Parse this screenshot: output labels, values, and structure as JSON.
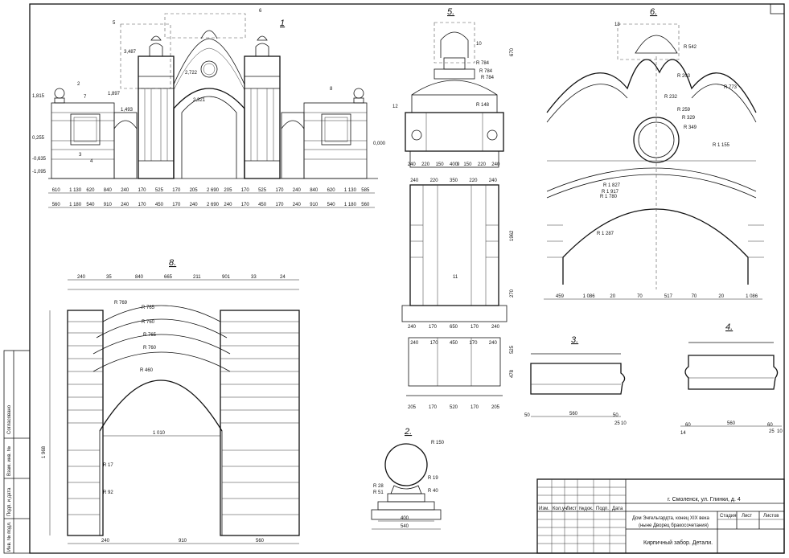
{
  "views": [
    {
      "num": "1"
    },
    {
      "num": "2."
    },
    {
      "num": "3."
    },
    {
      "num": "4."
    },
    {
      "num": "5."
    },
    {
      "num": "6."
    },
    {
      "num": "8."
    }
  ],
  "view1": {
    "callouts": [
      "5",
      "6",
      "2",
      "7",
      "8",
      "3",
      "4"
    ],
    "levels": [
      "1,815",
      "0,255",
      "-0,635",
      "-1,095",
      "0,000",
      "3,487",
      "2,722",
      "2,321",
      "1,897",
      "1,493"
    ],
    "dim_top": [
      "610",
      "1 130",
      "620",
      "840",
      "240",
      "170",
      "525",
      "170",
      "205",
      "2 690",
      "205",
      "170",
      "525",
      "170",
      "240",
      "840",
      "620",
      "1 130",
      "585"
    ],
    "dim_bot": [
      "560",
      "1 180",
      "540",
      "910",
      "240",
      "170",
      "450",
      "170",
      "240",
      "2 690",
      "240",
      "170",
      "450",
      "170",
      "240",
      "910",
      "540",
      "1 180",
      "560"
    ]
  },
  "view5": {
    "labels": [
      "10",
      "R 784",
      "R 784",
      "R 784",
      "12",
      "R 148",
      "11",
      "9"
    ],
    "dims_top": [
      "240",
      "220",
      "150",
      "400",
      "150",
      "220",
      "240"
    ],
    "dims_mid": [
      "240",
      "220",
      "350",
      "220",
      "240"
    ],
    "dims_low": [
      "240",
      "170",
      "650",
      "170",
      "240"
    ],
    "dims_base": [
      "240",
      "170",
      "450",
      "170",
      "240"
    ],
    "dims_foot": [
      "205",
      "170",
      "520",
      "170",
      "205"
    ],
    "vert": [
      "670",
      "1962",
      "270",
      "525",
      "478"
    ]
  },
  "view6": {
    "labels": [
      "13",
      "R 542",
      "R 203",
      "R 232",
      "R 773",
      "R 259",
      "R 329",
      "R 349",
      "R 1 155",
      "R 1 827",
      "R 1 917",
      "R 1 780",
      "R 1 287"
    ],
    "dims": [
      "459",
      "1 086",
      "20",
      "70",
      "517",
      "70",
      "20",
      "1 086"
    ]
  },
  "view8": {
    "dims_top": [
      "240",
      "35",
      "840",
      "665",
      "211",
      "901",
      "33",
      "24"
    ],
    "radii": [
      "R 769",
      "R 765",
      "R 760",
      "R 765",
      "R 760",
      "R 460",
      "R 17",
      "R 92"
    ],
    "dims_bottom": [
      "240",
      "910",
      "560"
    ],
    "span": "1 010",
    "height": "1 968"
  },
  "view2": {
    "labels": [
      "R 150",
      "R 28",
      "R 51",
      "R 19",
      "R 40"
    ],
    "dims": [
      "400",
      "540"
    ]
  },
  "view3": {
    "dims": [
      "560",
      "50",
      "50",
      "25",
      "10"
    ]
  },
  "view4": {
    "dims": [
      "560",
      "60",
      "60",
      "25",
      "10",
      "14"
    ]
  },
  "left_strip": [
    "Согласовано",
    "Взам. инв. №",
    "Подп. и дата",
    "Инв. № подл."
  ],
  "title_block": {
    "address": "г. Смоленск, ул. Глинки, д. 4",
    "headers": [
      "Изм.",
      "Кол.уч.",
      "Лист",
      "№док.",
      "Подп.",
      "Дата"
    ],
    "project": "Дом Энгельгардта, конец XIX века",
    "project2": "(ныне Дворец бракосочетания)",
    "sheet_title": "Кирпичный забор. Детали.",
    "stage_headers": [
      "Стадия",
      "Лист",
      "Листов"
    ]
  }
}
